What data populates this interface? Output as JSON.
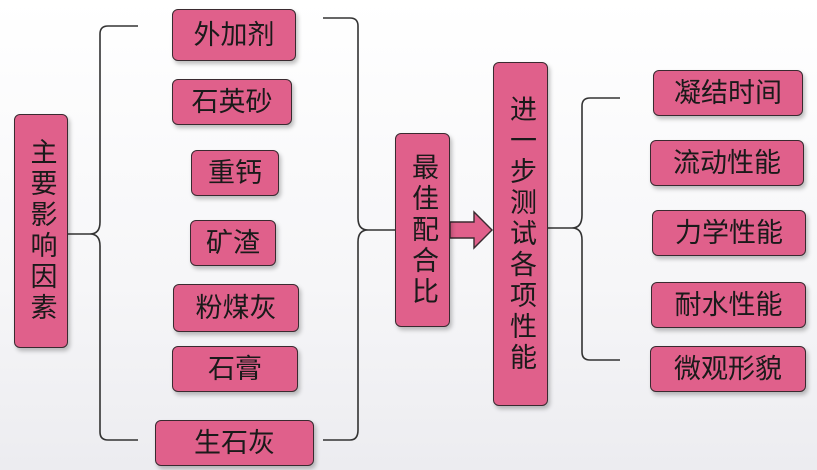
{
  "main_factors": {
    "title": "主要影响因素",
    "items": [
      "外加剂",
      "石英砂",
      "重钙",
      "矿渣",
      "粉煤灰",
      "石膏",
      "生石灰"
    ]
  },
  "optimal_mix": "最佳配合比",
  "further_test": "进一步测试各项性能",
  "properties": [
    "凝结时间",
    "流动性能",
    "力学性能",
    "耐水性能",
    "微观形貌"
  ],
  "colors": {
    "box_fill": "#e0608b",
    "box_border": "#3a2a30",
    "line": "#333333"
  }
}
